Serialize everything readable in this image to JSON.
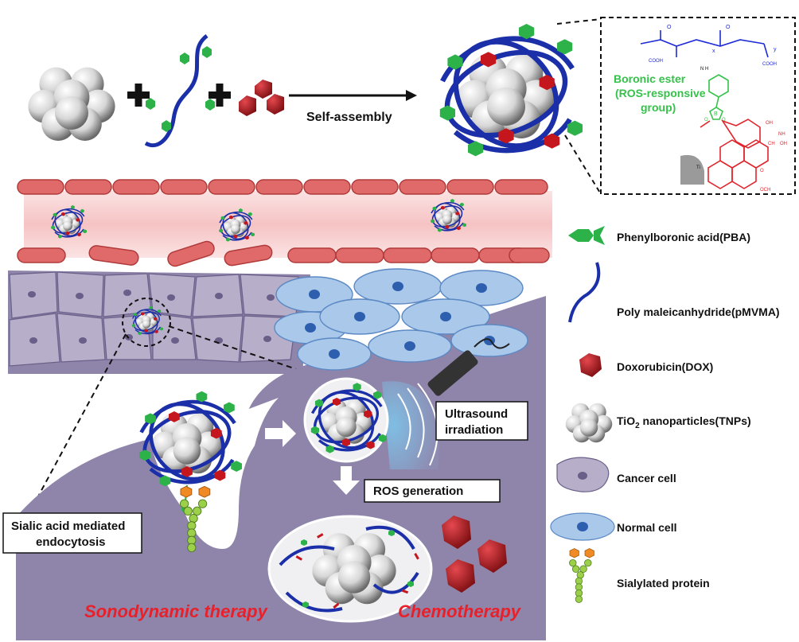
{
  "colors": {
    "vessel_wall": "#e06a6a",
    "vessel_lumen": "#f8cfd0",
    "cancer_tissue": "#8f85ab",
    "cancer_cell_fill": "#b7aec9",
    "normal_cell_fill": "#a9c8ea",
    "normal_nucleus": "#2e5fae",
    "polymer": "#1a2fa8",
    "pba": "#2db24a",
    "dox": "#b0161c",
    "therapy_text": "#e8202a",
    "chem_blue": "#1f2bd6",
    "chem_green": "#35c24a",
    "chem_red": "#e2242c"
  },
  "assembly": {
    "label": "Self-assembly"
  },
  "chemistry": {
    "boronic_ester_line1": "Boronic ester",
    "boronic_ester_line2": "(ROS-responsive",
    "boronic_ester_line3": "group)",
    "atoms": {
      "cooh_left": "COOH",
      "cooh_right": "COOH",
      "o_left": "O",
      "o_right": "O",
      "x": "x",
      "y": "y",
      "nh": "N H",
      "b": "B",
      "o_ester1": "O",
      "o_ester2": "O",
      "oh1": "OH",
      "oh2": "OH",
      "nh2": "NH",
      "ch3": "CH",
      "ti": "Ti",
      "och3": "OCH",
      "o_quinone": "O"
    }
  },
  "legend": {
    "items": [
      {
        "label": "Phenylboronic acid(PBA)",
        "icon": "pba-icon"
      },
      {
        "label": "Poly maleicanhydride(pMVMA)",
        "icon": "polymer-icon"
      },
      {
        "label": "Doxorubicin(DOX)",
        "icon": "dox-icon"
      },
      {
        "label_pre": "TiO",
        "label_sub": "2",
        "label_post": " nanoparticles(TNPs)",
        "icon": "tnp-icon"
      },
      {
        "label": "Cancer cell",
        "icon": "cancer-cell-icon"
      },
      {
        "label": "Normal cell",
        "icon": "normal-cell-icon"
      },
      {
        "label": "Sialylated protein",
        "icon": "sialylated-protein-icon"
      }
    ]
  },
  "boxes": {
    "ultrasound_line1": "Ultrasound",
    "ultrasound_line2": "irradiation",
    "ros": "ROS generation",
    "endocytosis_line1": "Sialic acid mediated",
    "endocytosis_line2": "endocytosis"
  },
  "therapies": {
    "sonodynamic": "Sonodynamic therapy",
    "chemo": "Chemotherapy"
  }
}
